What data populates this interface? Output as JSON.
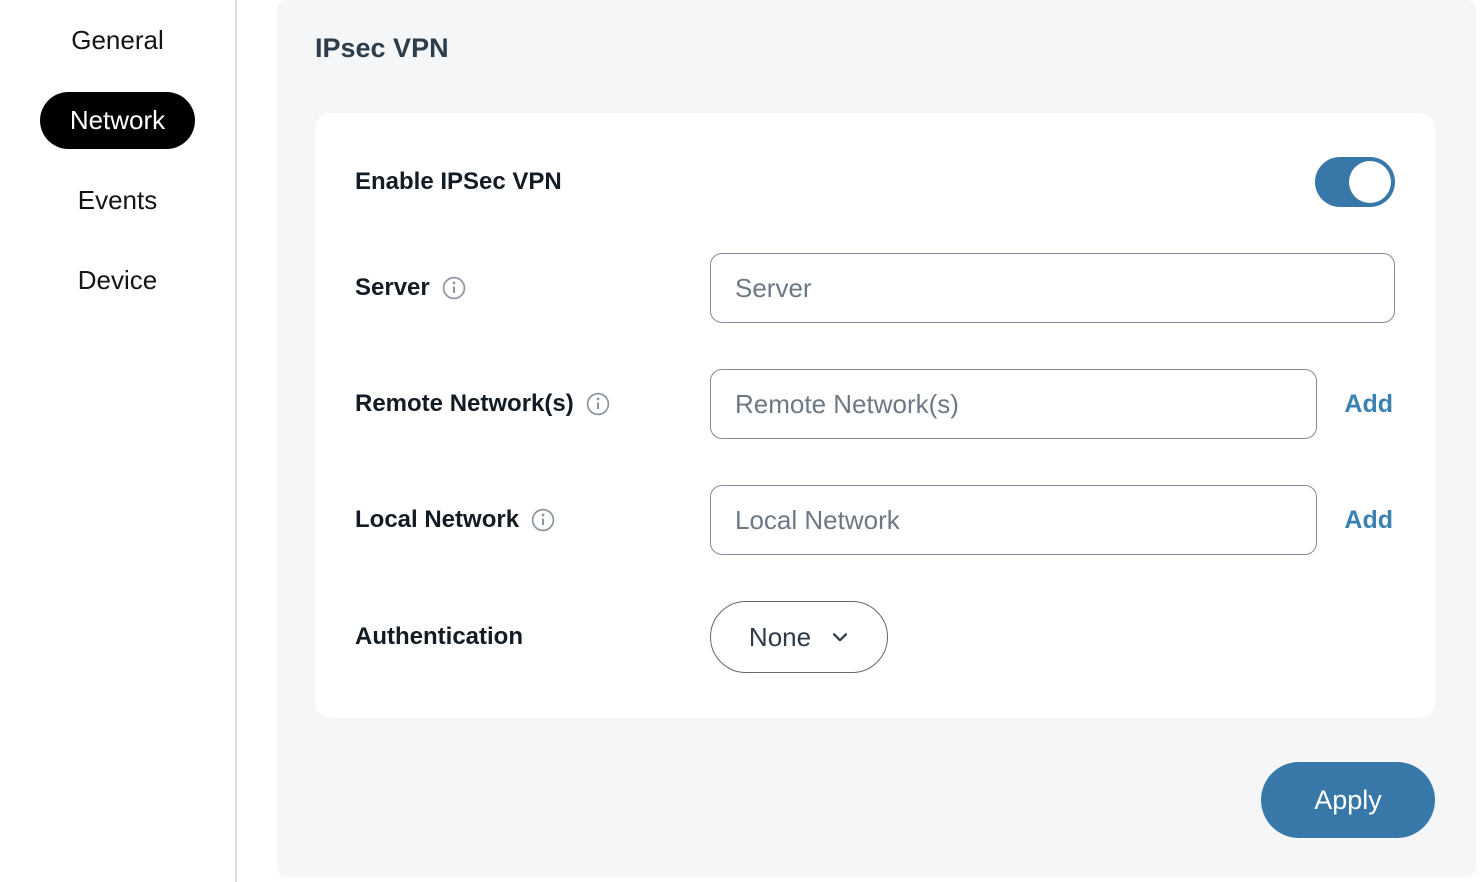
{
  "sidebar": {
    "items": [
      {
        "label": "General",
        "active": false
      },
      {
        "label": "Network",
        "active": true
      },
      {
        "label": "Events",
        "active": false
      },
      {
        "label": "Device",
        "active": false
      }
    ]
  },
  "main": {
    "title": "IPsec VPN",
    "form": {
      "enable": {
        "label": "Enable IPSec VPN",
        "state": "on"
      },
      "server": {
        "label": "Server",
        "placeholder": "Server",
        "value": ""
      },
      "remote_networks": {
        "label": "Remote Network(s)",
        "placeholder": "Remote Network(s)",
        "value": "",
        "add_label": "Add"
      },
      "local_network": {
        "label": "Local Network",
        "placeholder": "Local Network",
        "value": "",
        "add_label": "Add"
      },
      "authentication": {
        "label": "Authentication",
        "selected": "None"
      }
    },
    "apply_label": "Apply"
  },
  "colors": {
    "accent_blue": "#3878a8",
    "link_blue": "#3b82b4",
    "active_tab_bg": "#000000",
    "panel_bg": "#f4f6f8",
    "input_border": "#828d99",
    "placeholder_text": "#6d7885"
  }
}
